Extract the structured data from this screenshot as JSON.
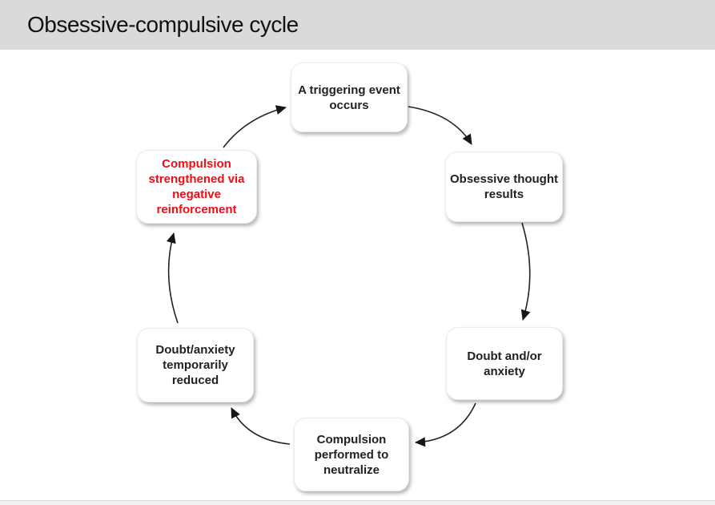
{
  "header": {
    "title": "Obsessive-compulsive cycle"
  },
  "diagram": {
    "type": "cycle",
    "direction": "clockwise",
    "nodes": [
      {
        "id": "triggering-event",
        "label": "A triggering event\noccurs",
        "emphasis": false
      },
      {
        "id": "obsessive-thought",
        "label": "Obsessive thought\nresults",
        "emphasis": false
      },
      {
        "id": "doubt-anxiety",
        "label": "Doubt and/or\nanxiety",
        "emphasis": false
      },
      {
        "id": "compulsion-performed",
        "label": "Compulsion\nperformed to\nneutralize",
        "emphasis": false
      },
      {
        "id": "anxiety-reduced",
        "label": "Doubt/anxiety\ntemporarily\nreduced",
        "emphasis": false
      },
      {
        "id": "compulsion-strengthened",
        "label": "Compulsion\nstrengthened via\nnegative\nreinforcement",
        "emphasis": true
      }
    ],
    "edges": [
      {
        "from": "triggering-event",
        "to": "obsessive-thought"
      },
      {
        "from": "obsessive-thought",
        "to": "doubt-anxiety"
      },
      {
        "from": "doubt-anxiety",
        "to": "compulsion-performed"
      },
      {
        "from": "compulsion-performed",
        "to": "anxiety-reduced"
      },
      {
        "from": "anxiety-reduced",
        "to": "compulsion-strengthened"
      },
      {
        "from": "compulsion-strengthened",
        "to": "triggering-event"
      }
    ]
  },
  "colors": {
    "title_bar_bg": "#dadada",
    "node_text": "#231f20",
    "emphasis_text": "#f40b14",
    "arrow": "#222222"
  }
}
